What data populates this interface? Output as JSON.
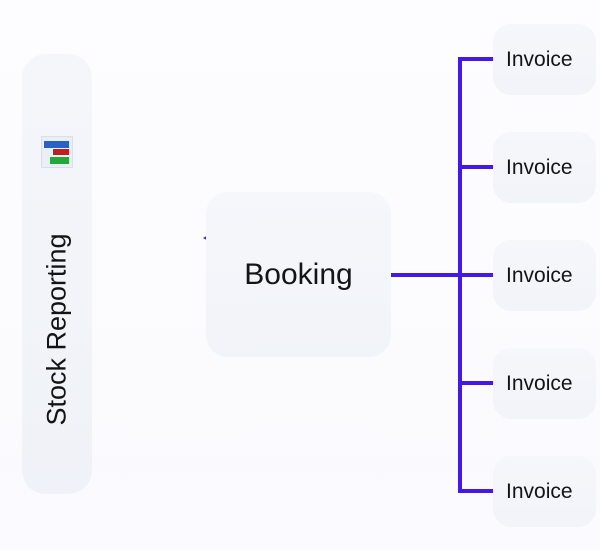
{
  "diagram": {
    "type": "tree",
    "background_color": "#fcfcfe",
    "connector_color": "#4318e8",
    "node_fill_color": "#f3f5fa",
    "text_color": "#141414"
  },
  "sidebar": {
    "label": "Stock Reporting",
    "icon_name": "bar-chart-icon",
    "icon_bars": [
      {
        "color": "#2962c4",
        "label": "blue-bar"
      },
      {
        "color": "#c01f1f",
        "label": "red-bar"
      },
      {
        "color": "#23a83c",
        "label": "green-bar"
      }
    ]
  },
  "root_node": {
    "label": "Booking",
    "marker": "left-arrow-marker"
  },
  "children": [
    {
      "label": "Invoice"
    },
    {
      "label": "Invoice"
    },
    {
      "label": "Invoice"
    },
    {
      "label": "Invoice"
    },
    {
      "label": "Invoice"
    }
  ]
}
